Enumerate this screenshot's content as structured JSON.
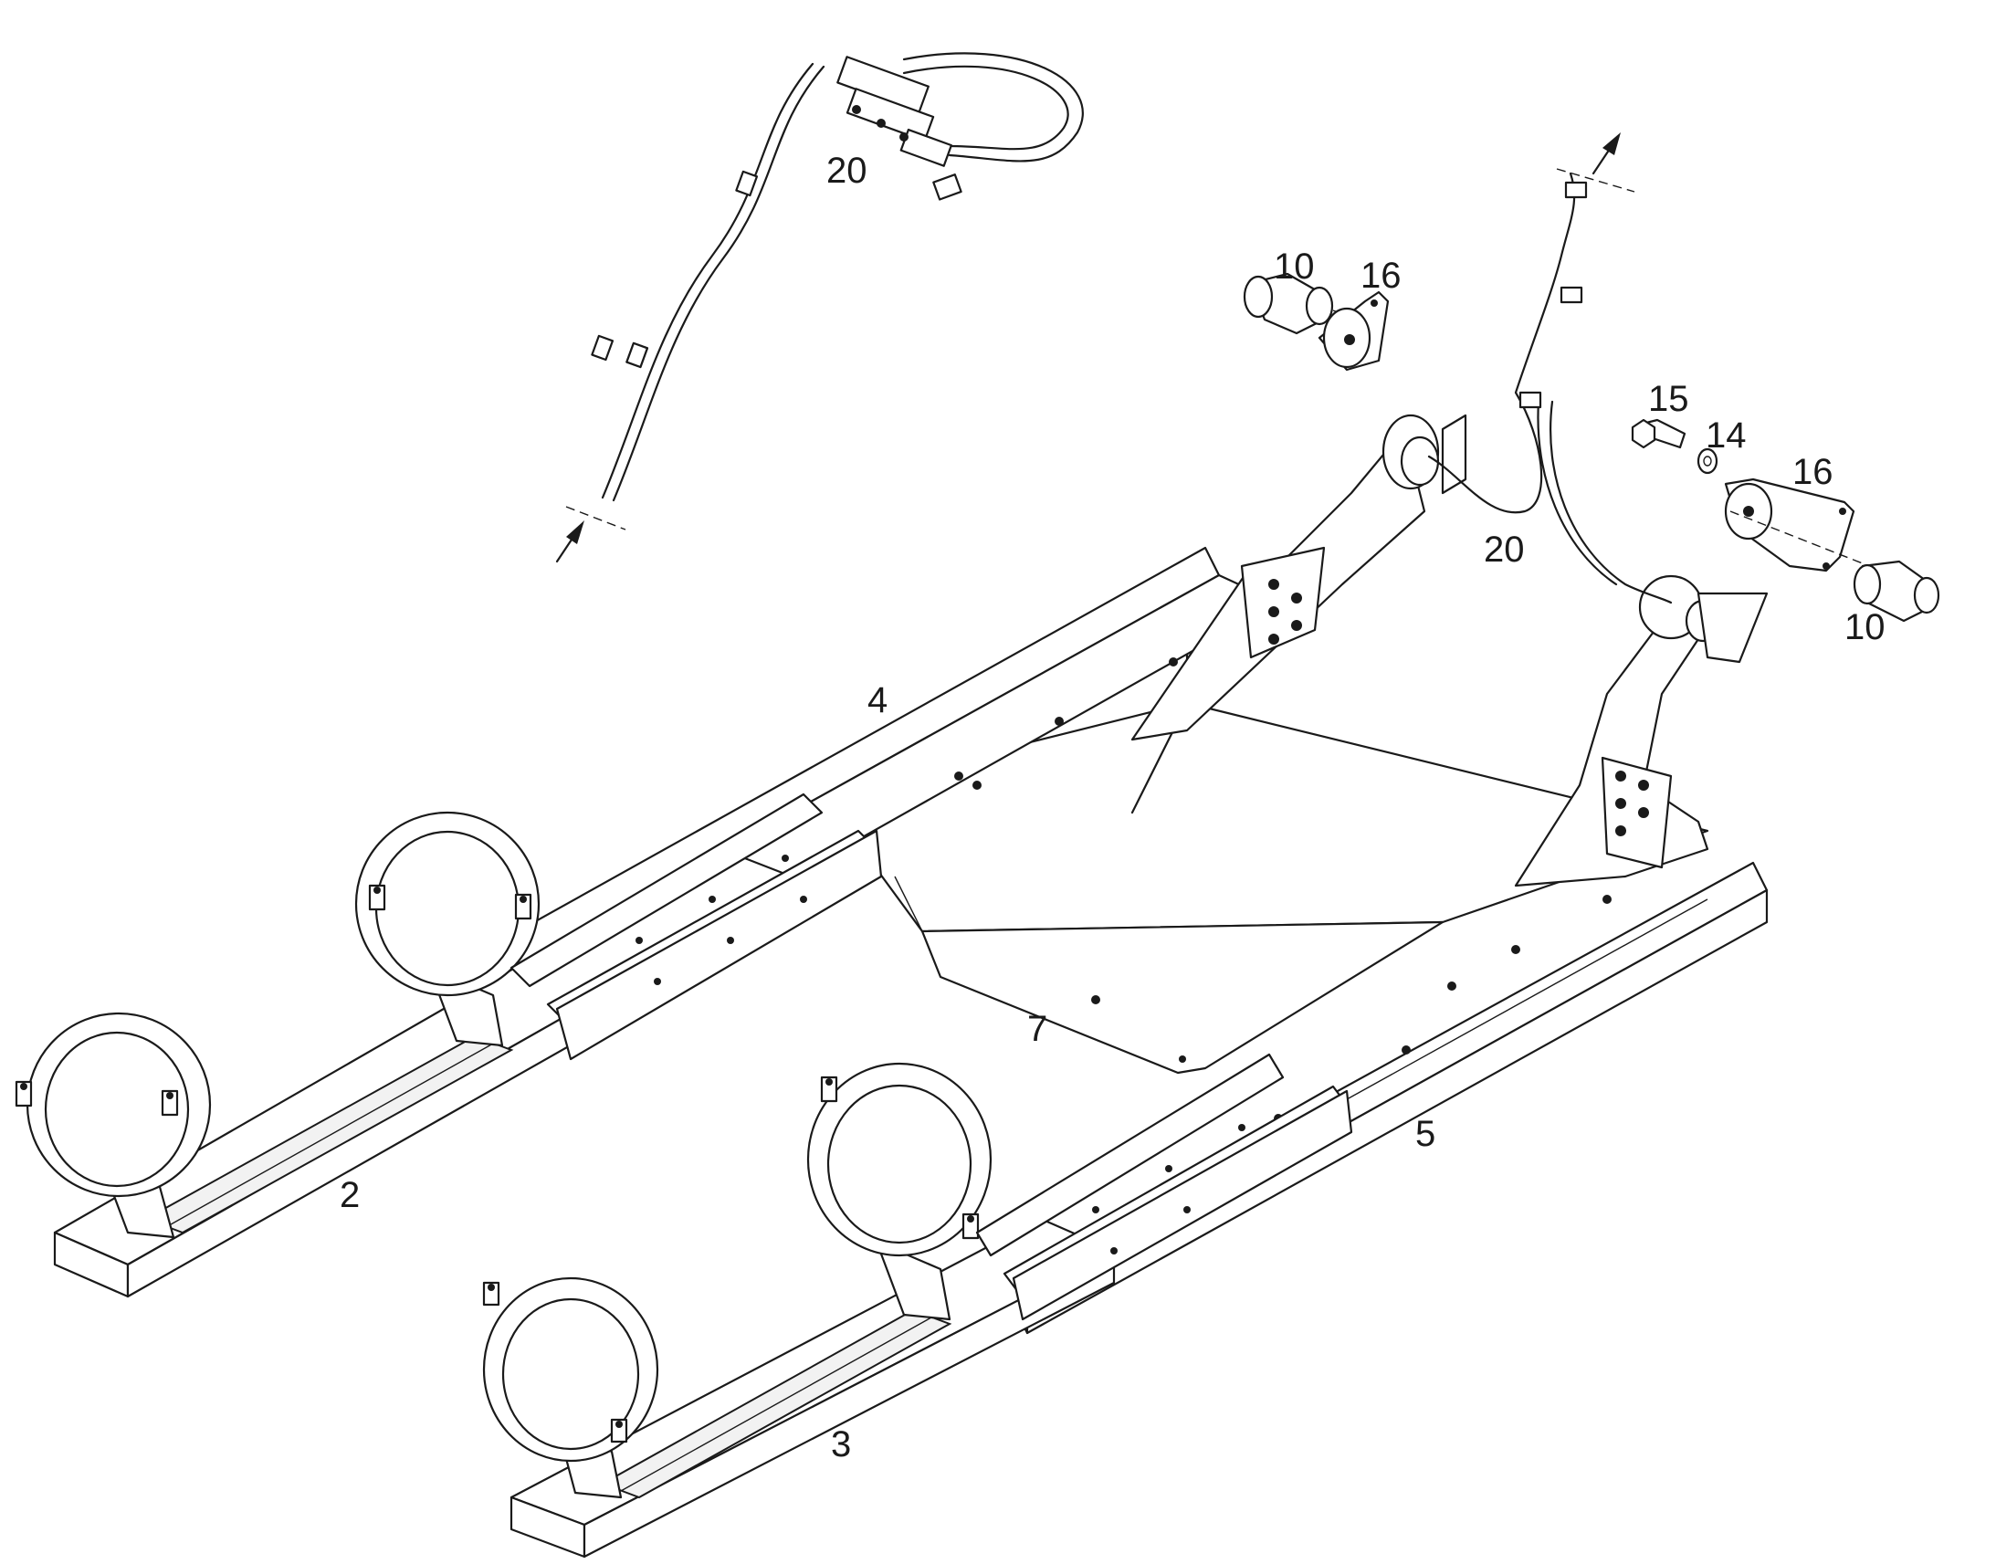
{
  "callouts": [
    {
      "id": "c-20-top",
      "label": "20"
    },
    {
      "id": "c-10-top",
      "label": "10"
    },
    {
      "id": "c-16-top",
      "label": "16"
    },
    {
      "id": "c-15",
      "label": "15"
    },
    {
      "id": "c-14",
      "label": "14"
    },
    {
      "id": "c-16-right",
      "label": "16"
    },
    {
      "id": "c-20-right",
      "label": "20"
    },
    {
      "id": "c-10-right",
      "label": "10"
    },
    {
      "id": "c-4",
      "label": "4"
    },
    {
      "id": "c-7",
      "label": "7"
    },
    {
      "id": "c-2",
      "label": "2"
    },
    {
      "id": "c-5",
      "label": "5"
    },
    {
      "id": "c-3",
      "label": "3"
    }
  ]
}
